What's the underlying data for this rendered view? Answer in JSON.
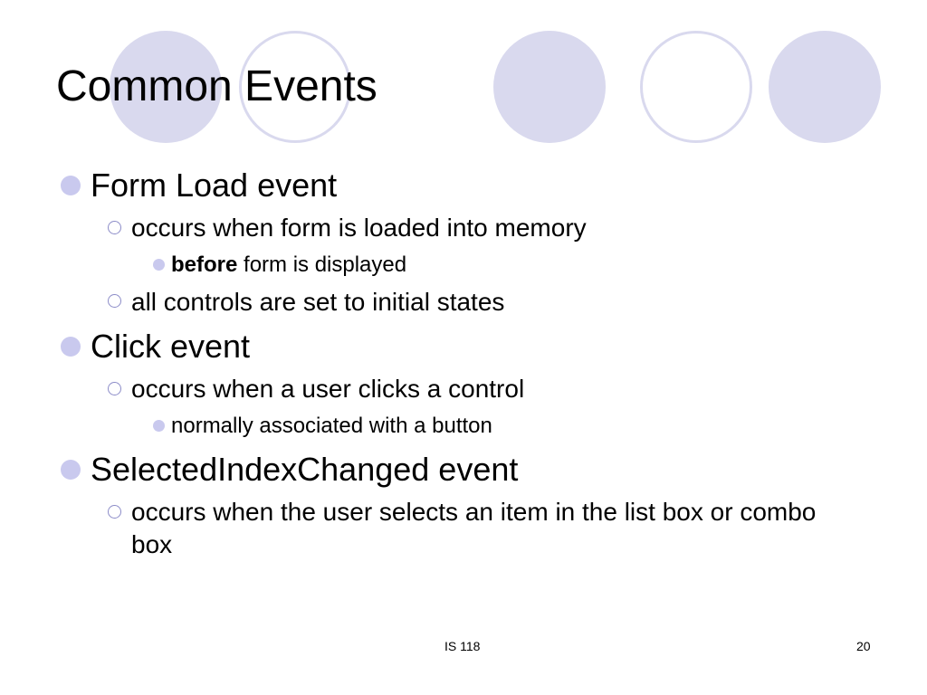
{
  "slide": {
    "title": "Common Events",
    "bullets": [
      {
        "text": "Form Load event"
      },
      {
        "text": "occurs when form is loaded into memory"
      },
      {
        "bold": "before",
        "text": " form is displayed"
      },
      {
        "text": "all controls are set to initial states"
      },
      {
        "text": "Click event"
      },
      {
        "text": "occurs when a user clicks a control"
      },
      {
        "text": "normally associated with a button"
      },
      {
        "text": "SelectedIndexChanged event"
      },
      {
        "text": "occurs when the user selects an item in the list box or combo box"
      }
    ],
    "footer": {
      "center": "IS 118",
      "page_number": "20"
    }
  },
  "colors": {
    "decoration": "#d9d9ee",
    "bullet": "#c9c9ee"
  }
}
